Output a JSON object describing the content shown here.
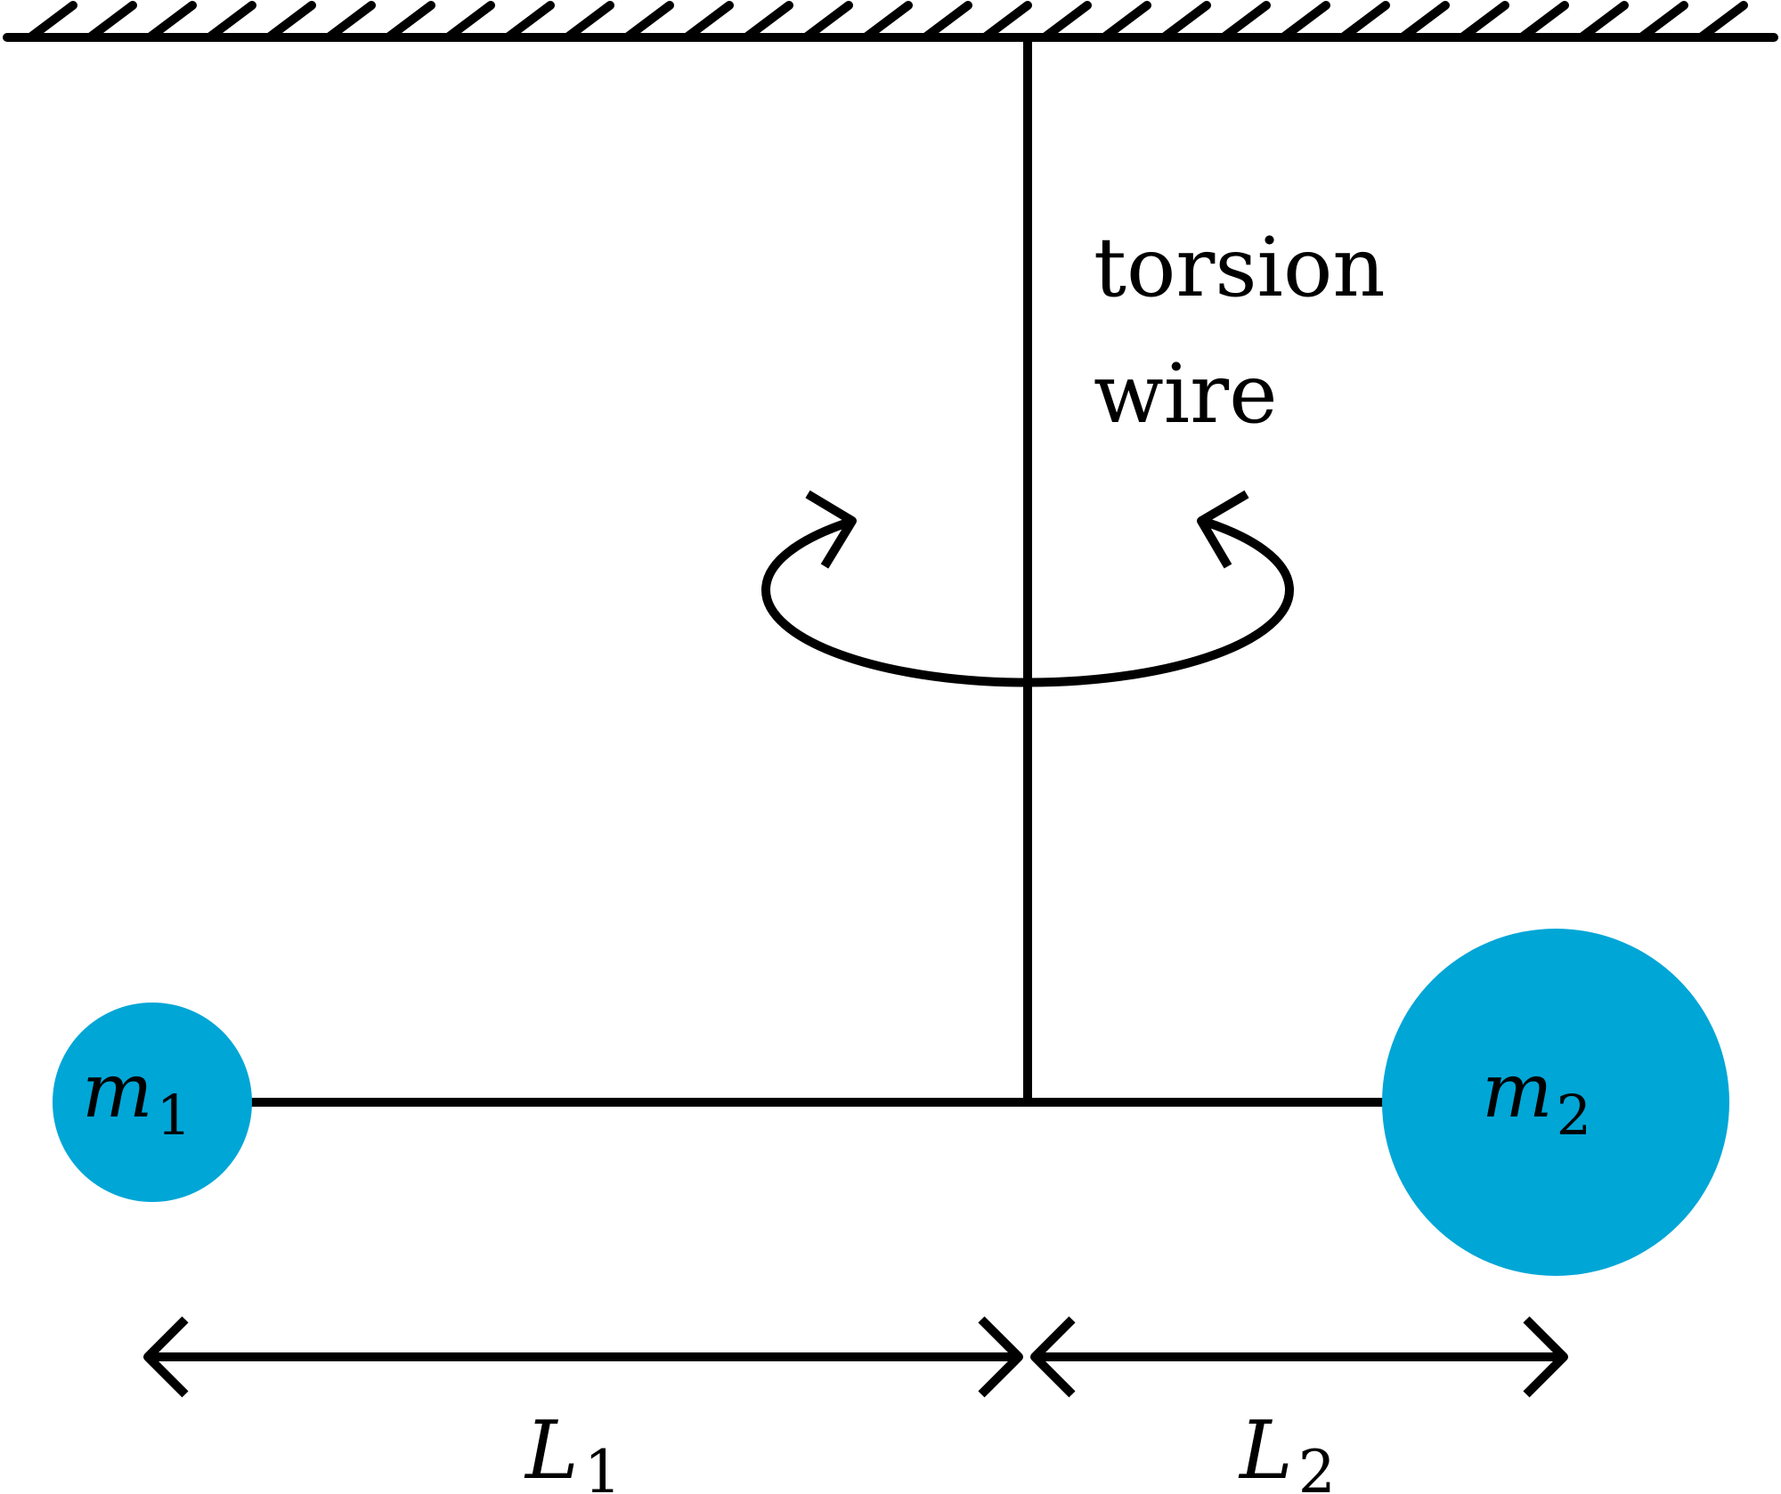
{
  "diagram": {
    "wire_label": {
      "line1": "torsion",
      "line2": "wire"
    },
    "masses": {
      "m1": {
        "symbol": "m",
        "subscript": "1"
      },
      "m2": {
        "symbol": "m",
        "subscript": "2"
      }
    },
    "lengths": {
      "L1": {
        "symbol": "L",
        "subscript": "1"
      },
      "L2": {
        "symbol": "L",
        "subscript": "2"
      }
    },
    "colors": {
      "mass_fill": "#00a6d6",
      "stroke": "#000000",
      "background": "#ffffff"
    }
  }
}
